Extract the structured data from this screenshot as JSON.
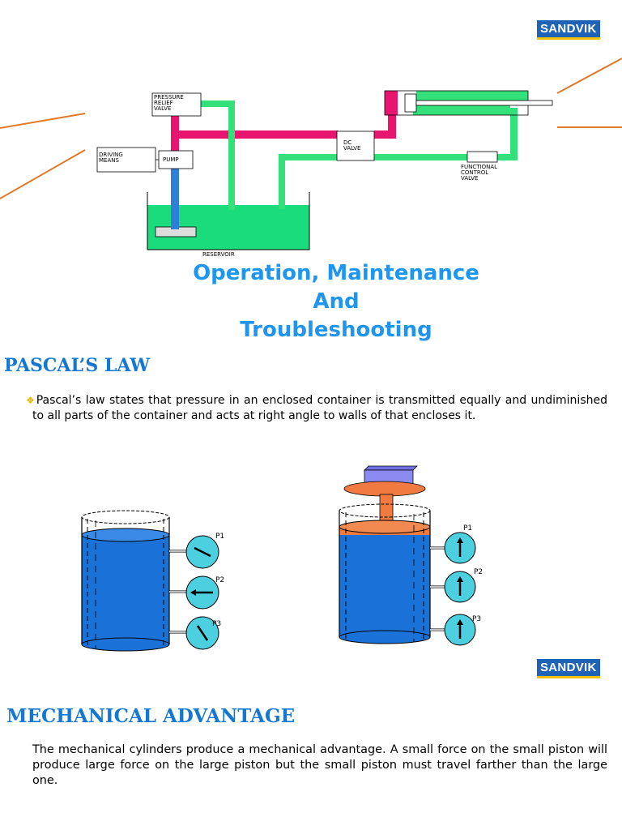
{
  "brand": {
    "name": "SANDVIK"
  },
  "diagram": {
    "labels": {
      "relief_1": "PRESSURE",
      "relief_2": "RELIEF",
      "relief_3": "VALVE",
      "driving_1": "DRIVING",
      "driving_2": "MEANS",
      "pump": "PUMP",
      "dc_1": "DC",
      "dc_2": "VALVE",
      "fcv_1": "FUNCTIONAL",
      "fcv_2": "CONTROL",
      "fcv_3": "VALVE",
      "reservoir": "RESERVOIR"
    },
    "colors": {
      "pressure": "#e8156e",
      "return": "#33e07a",
      "suction": "#2f7fd8",
      "fluid": "#1bdc7c"
    }
  },
  "title": {
    "line1": "Operation, Maintenance",
    "line2": "And",
    "line3": "Troubleshooting"
  },
  "pascal": {
    "heading": "PASCAL’S LAW",
    "bullet_icon": "diamond-bullet-icon",
    "text": "Pascal’s law states that pressure in an enclosed container is transmitted equally and undiminished to all parts of the container and acts at right angle to walls of that encloses it."
  },
  "gauges": {
    "p1": "P1",
    "p2": "P2",
    "p3": "P3"
  },
  "mechanical": {
    "heading": "MECHANICAL ADVANTAGE",
    "text": "The mechanical cylinders produce a mechanical advantage. A small force on the small piston will produce large force on the large piston but the small piston must travel farther than the large one."
  },
  "colors": {
    "heading": "#1478d2",
    "title": "#1e96f0",
    "brand": "#1f63b6",
    "water": "#1a72d8",
    "piston": "#f08040"
  }
}
